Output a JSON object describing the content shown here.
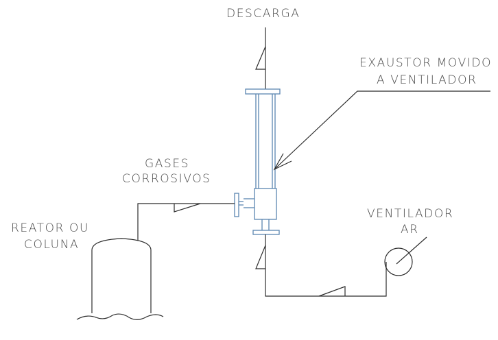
{
  "labels": {
    "descarga": "DESCARGA",
    "exaustor_line1": "EXAUSTOR MOVIDO",
    "exaustor_line2": "A VENTILADOR",
    "gases_line1": "GASES",
    "gases_line2": "CORROSIVOS",
    "reator_line1": "REATOR OU",
    "reator_line2": "COLUNA",
    "ventilador_line1": "VENTILADOR",
    "ventilador_line2": "AR"
  },
  "colors": {
    "line": "#2b2b2b",
    "equipment": "#5b86b0",
    "text": "#4a4a4a"
  }
}
